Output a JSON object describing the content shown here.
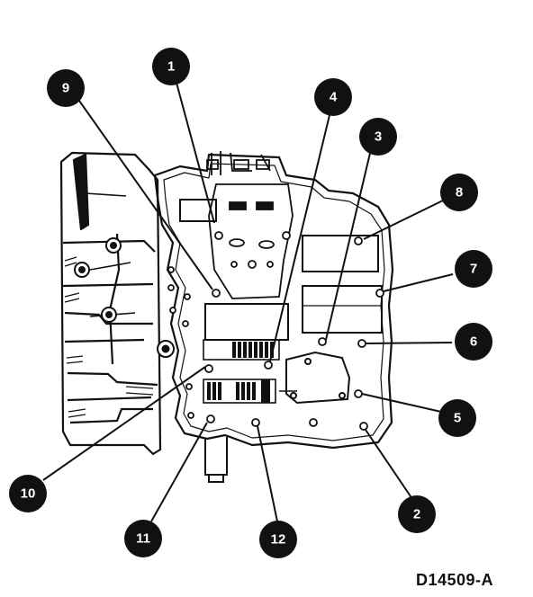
{
  "figure": {
    "id_label": "D14509-A"
  },
  "callouts": [
    {
      "label": "1"
    },
    {
      "label": "2"
    },
    {
      "label": "3"
    },
    {
      "label": "4"
    },
    {
      "label": "5"
    },
    {
      "label": "6"
    },
    {
      "label": "7"
    },
    {
      "label": "8"
    },
    {
      "label": "9"
    },
    {
      "label": "10"
    },
    {
      "label": "11"
    },
    {
      "label": "12"
    }
  ],
  "colors": {
    "ink": "#111111",
    "callout_fill": "#111111",
    "background": "#ffffff"
  }
}
